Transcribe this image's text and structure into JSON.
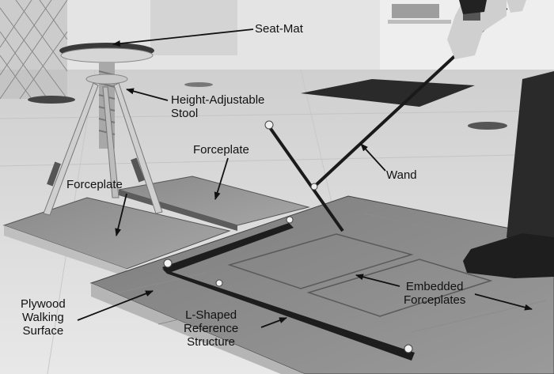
{
  "labels": {
    "seat_mat": "Seat-Mat",
    "stool_line1": "Height-Adjustable",
    "stool_line2": "Stool",
    "forceplate_top": "Forceplate",
    "forceplate_left": "Forceplate",
    "wand": "Wand",
    "embedded_line1": "Embedded",
    "embedded_line2": "Forceplates",
    "plywood_line1": "Plywood",
    "plywood_line2": "Walking",
    "plywood_line3": "Surface",
    "lshape_line1": "L-Shaped",
    "lshape_line2": "Reference",
    "lshape_line3": "Structure"
  }
}
